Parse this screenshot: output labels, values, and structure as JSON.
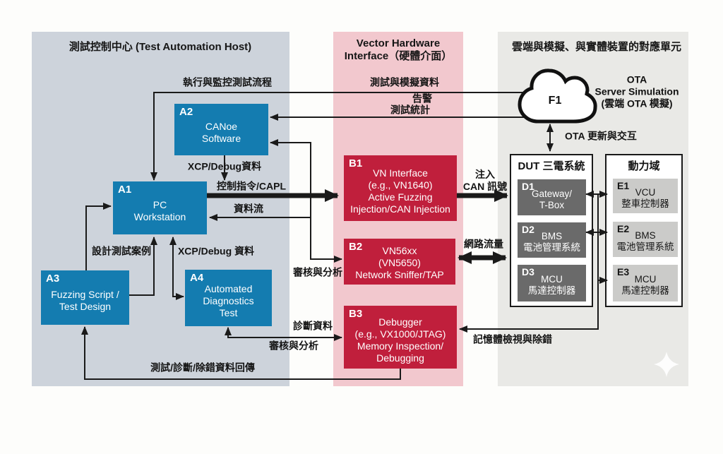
{
  "panels": {
    "left": {
      "title": "測試控制中心 (Test Automation Host)",
      "color": "#cdd3db"
    },
    "middle": {
      "title_line1": "Vector Hardware",
      "title_line2": "Interface（硬體介面）",
      "color": "#f2c8ce"
    },
    "right": {
      "title": "雲端與模擬、與實體裝置的對應單元",
      "color": "#e9e9e6"
    }
  },
  "colors": {
    "block_blue": "#147cb0",
    "block_red": "#c01f3c",
    "dut_gray": "#6a6a6a",
    "power_gray": "#cbcbc9",
    "wire": "#1a1a1a"
  },
  "blocks": {
    "a1": {
      "id": "A1",
      "line1": "PC",
      "line2": "Workstation"
    },
    "a2": {
      "id": "A2",
      "line1": "CANoe",
      "line2": "Software"
    },
    "a3": {
      "id": "A3",
      "line1": "Fuzzing Script /",
      "line2": "Test Design"
    },
    "a4": {
      "id": "A4",
      "line1": "Automated",
      "line2": "Diagnostics",
      "line3": "Test"
    },
    "b1": {
      "id": "B1",
      "line1": "VN Interface",
      "line2": "(e.g., VN1640)",
      "line3": "Active Fuzzing",
      "line4": "Injection/CAN Injection"
    },
    "b2": {
      "id": "B2",
      "line1": "VN56xx",
      "line2": "(VN5650)",
      "line3": "Network Sniffer/TAP"
    },
    "b3": {
      "id": "B3",
      "line1": "Debugger",
      "line2": "(e.g., VX1000/JTAG)",
      "line3": "Memory Inspection/",
      "line4": "Debugging"
    },
    "f1": {
      "id": "F1"
    },
    "dut": {
      "title": "DUT 三電系統",
      "d1": {
        "id": "D1",
        "line1": "Gateway/",
        "line2": "T-Box"
      },
      "d2": {
        "id": "D2",
        "line1": "BMS",
        "line2": "電池管理系統"
      },
      "d3": {
        "id": "D3",
        "line1": "MCU",
        "line2": "馬達控制器"
      }
    },
    "power": {
      "title": "動力域",
      "e1": {
        "id": "E1",
        "line1": "VCU",
        "line2": "整車控制器"
      },
      "e2": {
        "id": "E2",
        "line1": "BMS",
        "line2": "電池管理系統"
      },
      "e3": {
        "id": "E3",
        "line1": "MCU",
        "line2": "馬達控制器"
      }
    }
  },
  "cloud_caption": {
    "line1": "OTA",
    "line2": "Server Simulation",
    "line3": "(雲端 OTA 模擬)"
  },
  "edge_labels": {
    "exec_monitor": "執行與監控測試流程",
    "test_sim_data": "測試與模擬資料",
    "alert": "告警",
    "test_stats": "測試統計",
    "xcp_debug_a2": "XCP/Debug資料",
    "ctrl_capl": "控制指令/CAPL",
    "data_flow": "資料流",
    "design_case": "設計測試案例",
    "xcp_debug_a4": "XCP/Debug 資料",
    "review_b2": "審核與分析",
    "inject_line1": "注入",
    "inject_line2": "CAN 訊號",
    "net_traffic": "網路流量",
    "diag_data": "診斷資料",
    "review_b3": "審核與分析",
    "mem_inspect": "記憶體檢視與除錯",
    "return_line": "測試/診斷/除錯資料回傳",
    "ota_update": "OTA 更新與交互"
  }
}
